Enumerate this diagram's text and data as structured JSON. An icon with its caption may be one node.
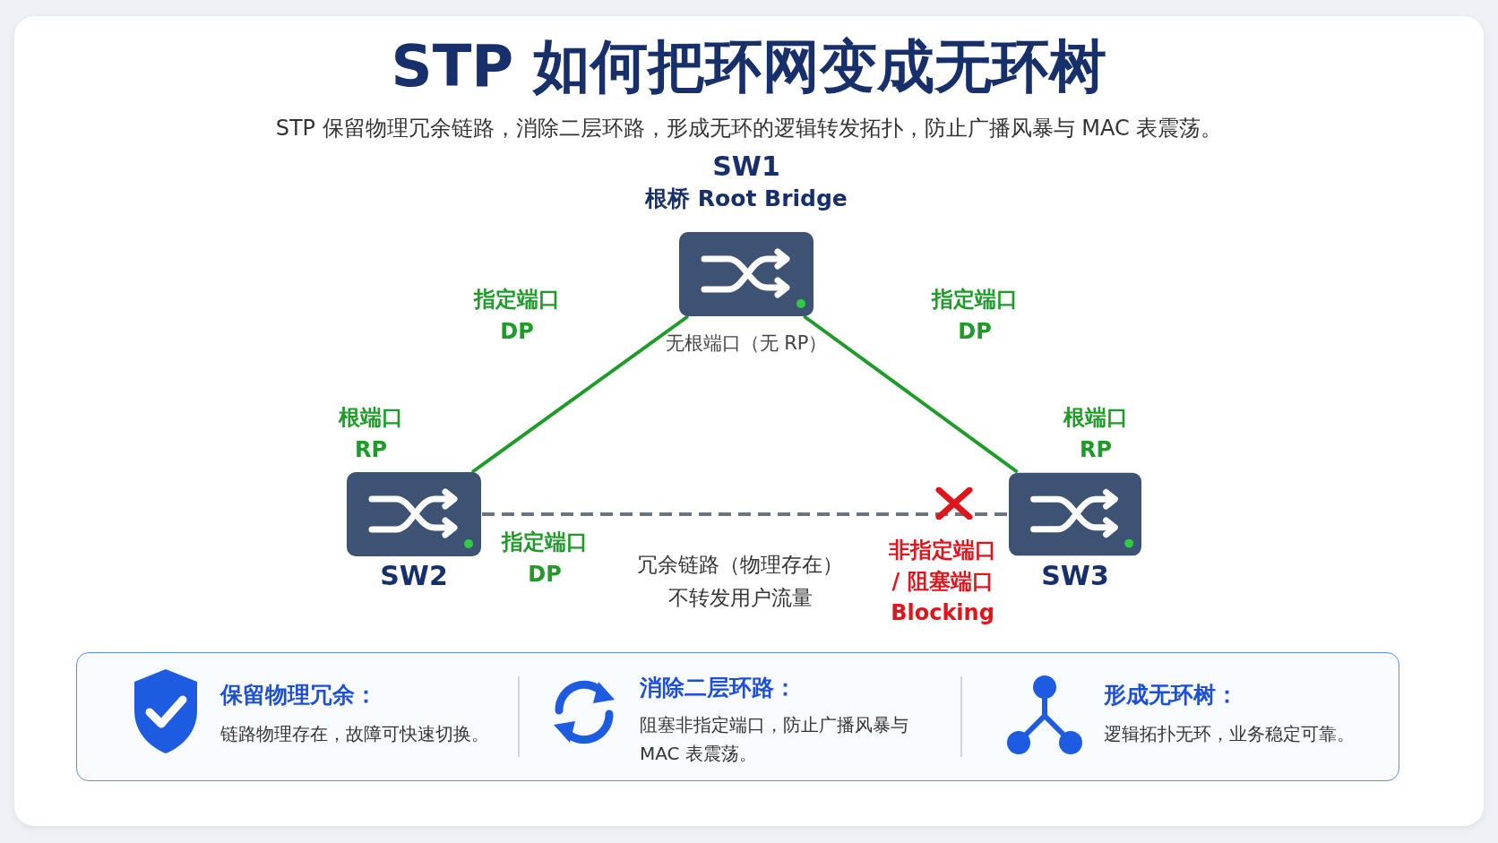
{
  "diagram": {
    "title": "STP 如何把环网变成无环树",
    "nodes": [
      {
        "text": [
          "SW1",
          "根桥 Root Bridge"
        ],
        "beside": [
          "无根端口（无 RP）"
        ]
      },
      {
        "text": [
          "SW2"
        ]
      },
      {
        "text": [
          "SW3"
        ]
      },
      {
        "text": [
          "保留物理冗余：",
          "链路物理存在，故障可快速切换。",
          "消除二层环路：",
          "阻塞非指定端口，防止广播风暴与 MAC 表震荡。",
          "形成无环树：",
          "逻辑拓扑无环，业务稳定可靠。"
        ]
      }
    ],
    "edges": [
      {
        "from": 0,
        "to": 1,
        "arrow": "none"
      },
      {
        "from": 0,
        "to": 2,
        "arrow": "none"
      },
      {
        "from": 1,
        "to": 2,
        "arrow": "none",
        "style": "dashed",
        "color": "#6b7280",
        "label": "冗余链路（物理存在）不转发用户流量"
      }
    ],
    "labels": [
      "STP 保留物理冗余链路，消除二层环路，形成无环的逻辑转发拓扑，防止广播风暴与 MAC 表震荡。",
      "指定端口 DP",
      "指定端口 DP",
      "根端口 RP",
      "根端口 RP",
      "指定端口 DP",
      "非指定端口 / 阻塞端口 Blocking"
    ]
  }
}
